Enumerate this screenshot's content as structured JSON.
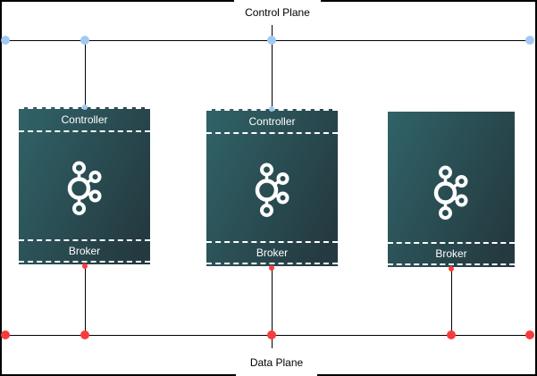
{
  "planes": {
    "control": {
      "label": "Control Plane"
    },
    "data": {
      "label": "Data Plane"
    }
  },
  "nodes": [
    {
      "controller_label": "Controller",
      "broker_label": "Broker"
    },
    {
      "controller_label": "Controller",
      "broker_label": "Broker"
    },
    {
      "broker_label": "Broker"
    }
  ],
  "icons": {
    "node_logo": "apache-kafka-logo"
  },
  "colors": {
    "canvas_bg": "#ffffff",
    "line_color": "#000000",
    "plane_label_bg": "#ffffff",
    "plane_label_text": "#000000",
    "node_gradient_start": "#306368",
    "node_gradient_end": "#243a40",
    "node_border": "#ffffff",
    "node_text": "#ffffff",
    "controller_point": "#a2c9f2",
    "broker_point": "#fa3b3b"
  }
}
